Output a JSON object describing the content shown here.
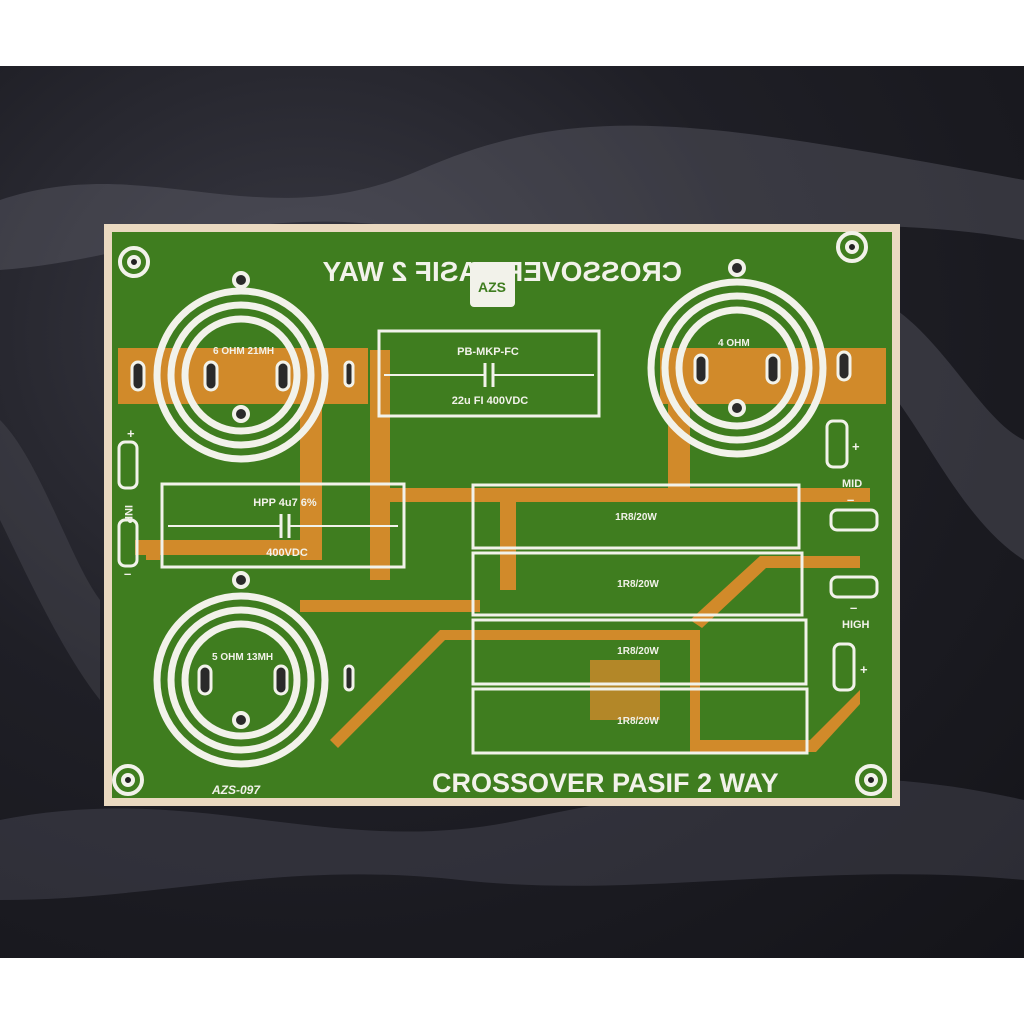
{
  "board": {
    "title_top_mirrored": "CROSSOVER PASIF 2 WAY",
    "title_bottom": "CROSSOVER PASIF 2 WAY",
    "model": "AZS-097",
    "logo_text": "AZS",
    "colors": {
      "pcb_green": "#3f7d1f",
      "copper": "#d18a2a",
      "silkscreen": "#f2f2ea",
      "background": "#1b1b21"
    }
  },
  "inductors": [
    {
      "label": "6 OHM 21MH"
    },
    {
      "label": "4 OHM"
    },
    {
      "label": "5 OHM 13MH"
    }
  ],
  "capacitors": [
    {
      "name": "PB-MKP-FC",
      "value": "22u FI  400VDC"
    },
    {
      "name": "HPP 4u7 6%",
      "value": "400VDC"
    }
  ],
  "resistors": [
    "1R8/20W",
    "1R8/20W",
    "1R8/20W",
    "1R8/20W"
  ],
  "terminals": {
    "input_label": "INP",
    "mid_label": "MID",
    "high_label": "HIGH",
    "plus": "+",
    "minus": "–"
  }
}
